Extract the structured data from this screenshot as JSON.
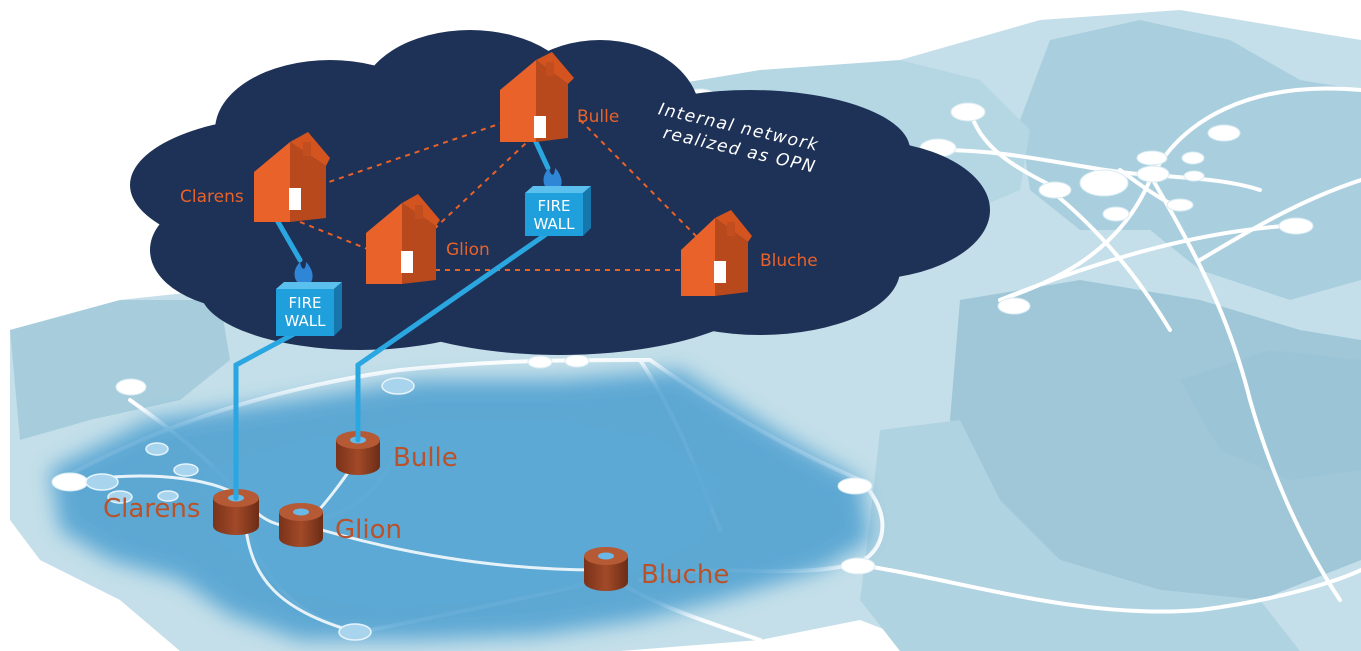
{
  "opn_caption": {
    "line1": "Internal network",
    "line2": "realized as OPN"
  },
  "firewall_label": {
    "line1": "FIRE",
    "line2": "WALL"
  },
  "houses": [
    {
      "id": "clarens",
      "label": "Clarens"
    },
    {
      "id": "bulle",
      "label": "Bulle"
    },
    {
      "id": "glion",
      "label": "Glion"
    },
    {
      "id": "bluche",
      "label": "Bluche"
    }
  ],
  "sites": [
    {
      "id": "clarens",
      "label": "Clarens"
    },
    {
      "id": "bulle",
      "label": "Bulle"
    },
    {
      "id": "glion",
      "label": "Glion"
    },
    {
      "id": "bluche",
      "label": "Bluche"
    }
  ],
  "colors": {
    "cloud": "#1e3156",
    "house": "#e8622a",
    "house_dark": "#b8491c",
    "firewall": "#1f9fdc",
    "link": "#2aa6e0",
    "dashed_link": "#e8622a",
    "map_light": "#c4dfe9",
    "map_mid": "#9fc7d8",
    "region_blue": "#4b9fd0",
    "site_brown": "#8a3b22"
  }
}
